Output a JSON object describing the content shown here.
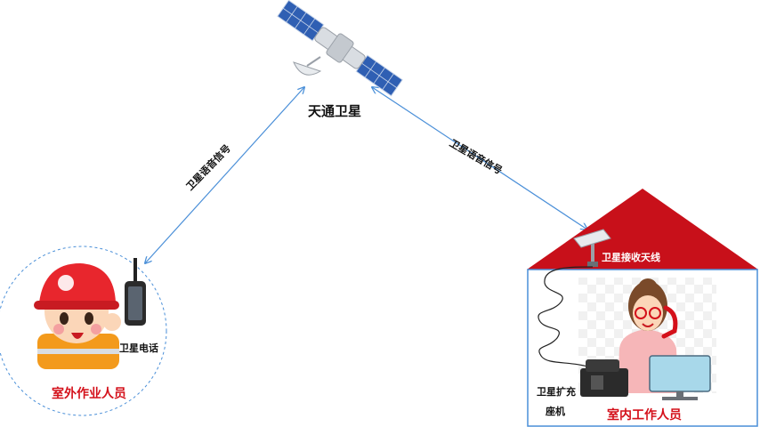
{
  "satellite": {
    "label": "天通卫星",
    "icon": "satellite-icon"
  },
  "links": {
    "left_label": "卫星语音信号",
    "right_label": "卫星语音信号"
  },
  "outdoor": {
    "phone_label": "卫星电话",
    "person_label": "室外作业人员",
    "icons": [
      "worker-icon",
      "satellite-phone-icon"
    ]
  },
  "indoor": {
    "antenna_label": "卫星接收天线",
    "base_label_line1": "卫星扩充",
    "base_label_line2": "座机",
    "person_label": "室内工作人员",
    "icons": [
      "antenna-icon",
      "base-station-icon",
      "office-worker-icon",
      "monitor-icon"
    ]
  },
  "colors": {
    "link_line": "#4a8fd8",
    "roof": "#c8101a",
    "house_border": "#4a8fd8",
    "accent_text": "#d4101a"
  }
}
